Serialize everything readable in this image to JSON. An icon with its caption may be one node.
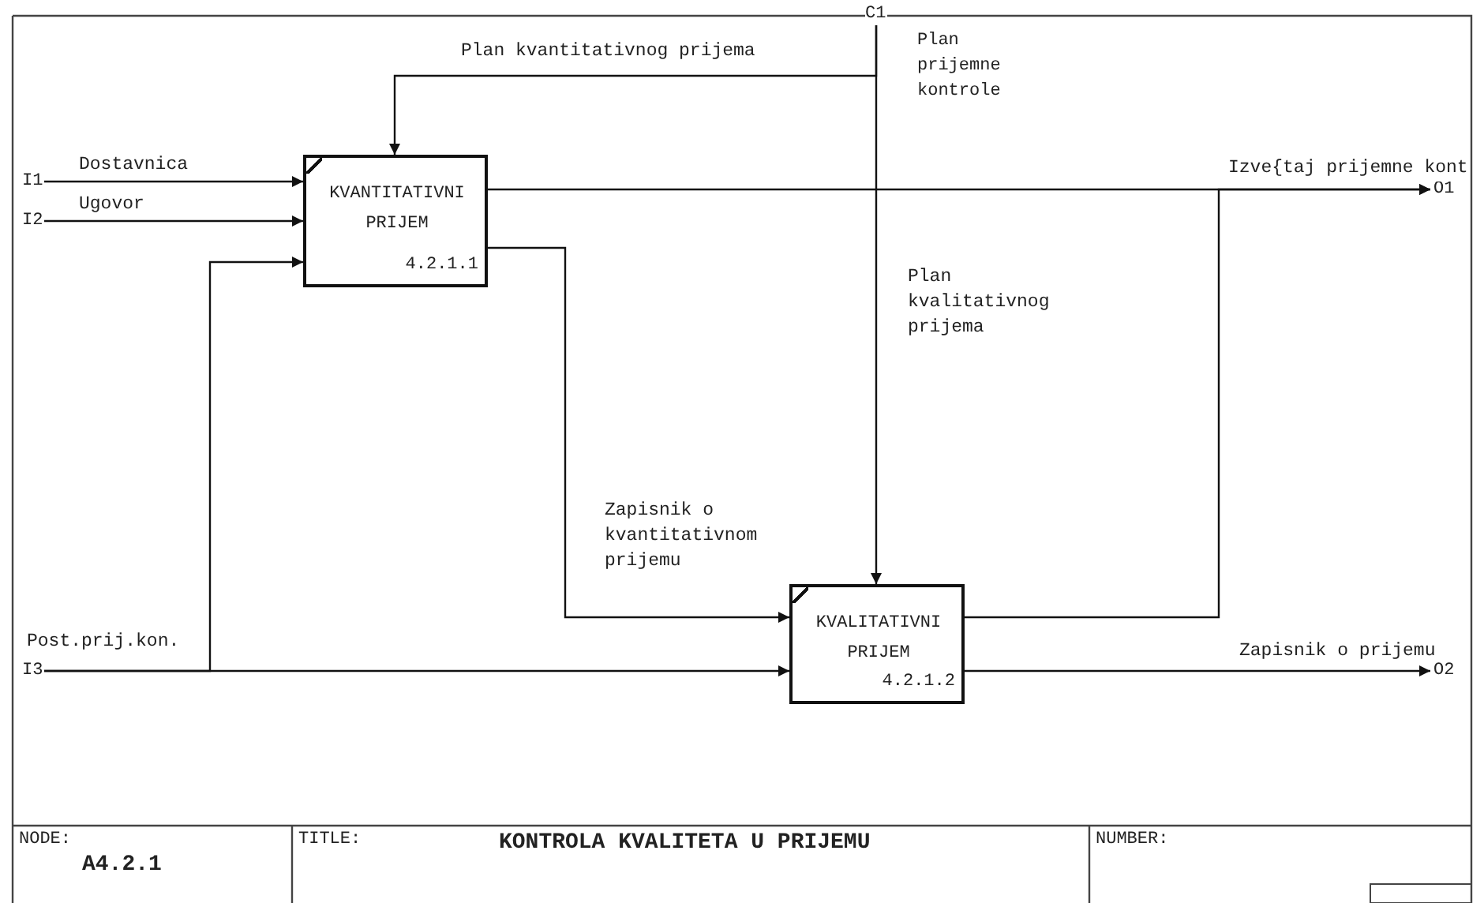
{
  "diagram": {
    "title": "KONTROLA KVALITETA U PRIJEMU",
    "nodes": [
      {
        "text": [
          "KVANTITATIVNI PRIJEM",
          "4.2.1.1"
        ]
      },
      {
        "text": [
          "KVALITATIVNI PRIJEM",
          "4.2.1.2"
        ]
      },
      {
        "text": [
          "I1"
        ]
      },
      {
        "text": [
          "I2"
        ]
      },
      {
        "text": [
          "I3"
        ]
      },
      {
        "text": [
          "C1"
        ]
      },
      {
        "text": [
          "O1"
        ]
      },
      {
        "text": [
          "O2"
        ]
      }
    ],
    "edges": [
      {
        "from": 2,
        "to": 0,
        "arrow": "to",
        "label": "Dostavnica"
      },
      {
        "from": 3,
        "to": 0,
        "arrow": "to",
        "label": "Ugovor"
      },
      {
        "from": 4,
        "to": 0,
        "arrow": "to",
        "label": "Post.prij.kon."
      },
      {
        "from": 4,
        "to": 1,
        "arrow": "to"
      },
      {
        "from": 5,
        "to": 0,
        "arrow": "to",
        "label": "Plan kvantitativnog prijema"
      },
      {
        "from": 5,
        "to": 1,
        "arrow": "to",
        "label": "Plan kvalitativnog prijema"
      },
      {
        "from": 0,
        "to": 6,
        "arrow": "to",
        "label": "Izve{taj prijemne kont"
      },
      {
        "from": 1,
        "to": 6,
        "arrow": "to"
      },
      {
        "from": 0,
        "to": 1,
        "arrow": "to",
        "label": "Zapisnik o kvantitativnom prijemu"
      },
      {
        "from": 1,
        "to": 7,
        "arrow": "to",
        "label": "Zapisnik o prijemu"
      }
    ],
    "labels": [
      "Plan prijemne kontrole",
      "NODE:",
      "A4.2.1",
      "TITLE:",
      "NUMBER:"
    ]
  }
}
